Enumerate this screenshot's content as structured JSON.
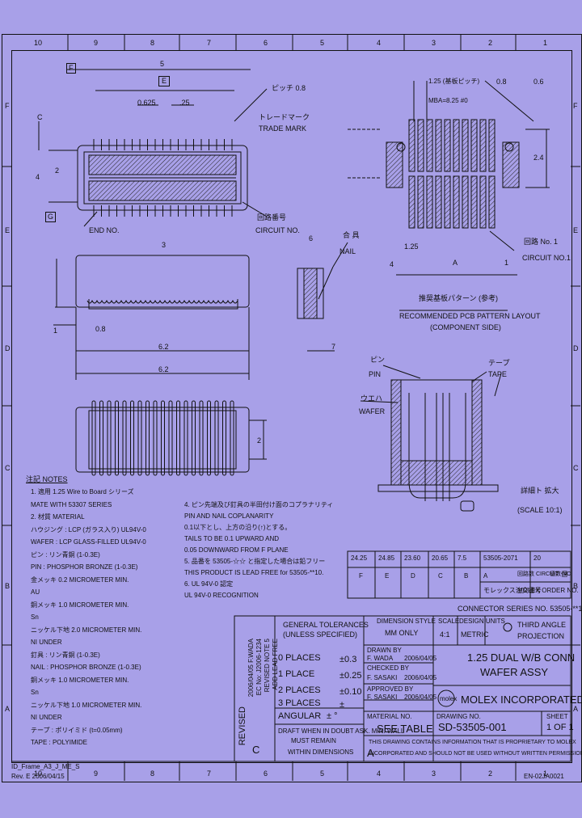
{
  "border": {
    "top_numbers": [
      "10",
      "9",
      "8",
      "7",
      "6",
      "5",
      "4",
      "3",
      "2",
      "1"
    ],
    "bottom_numbers": [
      "10",
      "9",
      "8",
      "7",
      "6",
      "5",
      "4",
      "3",
      "2",
      "1"
    ],
    "left_letters": [
      "F",
      "E",
      "D",
      "C",
      "B",
      "A"
    ],
    "right_letters": [
      "F",
      "E",
      "D",
      "C",
      "B",
      "A"
    ]
  },
  "views": {
    "main_dims": {
      "d5": "5",
      "dE": "E",
      "d0_625": "0.625",
      "d25": ".25",
      "dC": "C",
      "d4": "4",
      "d2": "2",
      "dF": "F",
      "dG": "G"
    },
    "trade_mark": {
      "jp": "トレードマーク",
      "en": "TRADE MARK"
    },
    "circuit_no": {
      "jp": "回路番号",
      "en": "CIRCUIT NO."
    },
    "end_no": "END NO.",
    "pitch_note": "ピッチ 0.8",
    "section_labels": {
      "detail_6": "6",
      "jp_case": "合 具",
      "nail": "NAIL"
    },
    "dims_lower": {
      "d3": "3",
      "d8": "0.8",
      "d62a": "6.2",
      "d62b": "6.2",
      "d7": "7",
      "d1": "1",
      "d2": "2"
    }
  },
  "pcb_layout": {
    "title_jp": "推奨基板パターン (参考)",
    "title_en": "RECOMMENDED PCB PATTERN LAYOUT",
    "title_note": "(COMPONENT SIDE)",
    "circuit_no_jp": "回路 No. 1",
    "circuit_no_en": "CIRCUIT NO.1",
    "dims": {
      "d1_25": "1.25",
      "d0_8": "0.8",
      "d0_6": "0.6",
      "dA": "A",
      "d4": "4",
      "d2_4": "2.4",
      "d1": "1"
    },
    "pitch_notes": [
      "1.25 (基板ピッチ)",
      "MBA=8.25 #0"
    ]
  },
  "detail": {
    "pin_jp": "ピン",
    "pin_en": "PIN",
    "wafer_jp": "ウエハ",
    "wafer_en": "WAFER",
    "tape_jp": "テープ",
    "tape_en": "TAPE",
    "scale_jp": "詳細ト 拡大",
    "scale_en": "(SCALE 10:1)"
  },
  "notes": {
    "title": "注記 NOTES",
    "left": [
      "1. 適用 1.25 Wire to Board シリーズ",
      "MATE WITH 53307 SERIES",
      "2. 材質 MATERIAL",
      "ハウジング : LCP (ガラス入り) UL94V-0",
      "WAFER : LCP GLASS-FILLED UL94V-0",
      "ピン : リン青銅 (1-0.3E)",
      "PIN : PHOSPHOR BRONZE (1-0.3E)",
      "金メッキ 0.2 MICROMETER MIN.",
      "AU",
      "銅メッキ 1.0 MICROMETER MIN.",
      "Sn",
      "ニッケル下地 2.0 MICROMETER MIN.",
      "NI UNDER",
      "釘具 : リン青銅 (1-0.3E)",
      "NAIL : PHOSPHOR BRONZE (1-0.3E)",
      "銅メッキ 1.0 MICROMETER MIN.",
      "Sn",
      "ニッケル下地 1.0 MICROMETER MIN.",
      "NI UNDER",
      "テープ : ポリイミド (t=0.05mm)",
      "TAPE : POLYIMIDE"
    ],
    "right": [
      "4. ピン先端及び釘具の半田付け面のコプラナリティ",
      "PIN AND NAIL COPLANARITY",
      "0.1以下とし、上方の沿り(↑)とする。",
      "TAILS TO BE 0.1 UPWARD AND",
      "0.05 DOWNWARD FROM F PLANE",
      "5. 品番を 53505-☆☆ と指定した場合は鉛フリー",
      "THIS PRODUCT IS LEAD FREE for 53505-**10.",
      "6. UL 94V-0 認定",
      "UL 94V-0 RECOGNITION"
    ]
  },
  "dims_table": {
    "rows": [
      [
        "24.25",
        "24.85",
        "23.60",
        "20.65",
        "7.5",
        "53505-2071",
        "20"
      ],
      [
        "F",
        "E",
        "D",
        "C",
        "B",
        "A",
        "回路数 CIRCUIT",
        "極数 NO."
      ]
    ],
    "order_label_jp": "モレックス注文番号",
    "order_label_en": "MOLEX ORDER NO.",
    "order_unit": "個"
  },
  "title_block": {
    "connector_series": "CONNECTOR SERIES NO. 53505-**10",
    "general_tolerances": "GENERAL TOLERANCES",
    "unless_specified": "(UNLESS SPECIFIED)",
    "dimension_style": "DIMENSION STYLE",
    "mm_only": "MM ONLY",
    "scale_label": "SCALE",
    "scale_value": "4:1",
    "design_units": "DESIGN UNITS",
    "metric": "METRIC",
    "third_angle": "THIRD ANGLE",
    "projection": "PROJECTION",
    "tol_rows": [
      {
        "places": "0 PLACES",
        "tol": "±0.3"
      },
      {
        "places": "1 PLACE",
        "tol": "±0.25"
      },
      {
        "places": "2 PLACES",
        "tol": "±0.10"
      },
      {
        "places": "3 PLACES",
        "tol": "±"
      }
    ],
    "angular": "ANGULAR",
    "angular_tol": "± °",
    "drawn_by_label": "DRAWN BY",
    "drawn_by": "F. WADA",
    "drawn_date": "2006/04/05",
    "checked_by_label": "CHECKED BY",
    "checked_by": "F. SASAKI",
    "checked_date": "2006/04/05",
    "approved_by_label": "APPROVED BY",
    "approved_by": "F. SASAKI",
    "approved_date": "2006/04/05",
    "title": "1.25 DUAL W/B CONN",
    "subtitle": "WAFER ASSY",
    "company": "MOLEX INCORPORATED",
    "doc_no": "SD-53505-001",
    "sheet_label": "SHEET",
    "sheet": "1 OF 1",
    "see_table": "SEE TABLE",
    "material_no": "MATERIAL NO.",
    "drawing_no_label": "DRAWING NO.",
    "drafting_note": "DRAFT WHEN IN DOUBT ASK. MIN. WALL",
    "must_remain": "MUST REMAIN",
    "within_dim": "WITHIN DIMENSIONS",
    "proprietary_1": "THIS DRAWING CONTAINS INFORMATION THAT IS PROPRIETARY TO MOLEX",
    "proprietary_2": "INCORPORATED AND SHOULD NOT BE USED WITHOUT WRITTEN PERMISSION",
    "revised": "REVISED",
    "revision_letter": "C",
    "revision_letter_2": "A",
    "rev_history": [
      "2006/04/05 F.WADA",
      "EC No: J2006-1234",
      "REVISED NOTE 5",
      "ADD LEAD FREE"
    ]
  },
  "footer": {
    "file_name": "ID_Frame_A3_J_ME_S",
    "revision": "Rev. E 2006/04/15",
    "form_no": "EN-02JA0021"
  }
}
